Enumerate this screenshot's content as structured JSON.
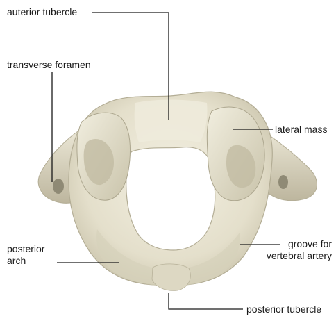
{
  "labels": {
    "anterior_tubercle": "auterior tubercle",
    "transverse_foramen": "transverse foramen",
    "lateral_mass": "lateral mass",
    "posterior_arch_line1": "posterior",
    "posterior_arch_line2": "arch",
    "groove_line1": "groove for",
    "groove_line2": "vertebral artery",
    "posterior_tubercle": "posterior tubercle"
  },
  "colors": {
    "bone_base": "#e8e4d2",
    "bone_shadow": "#b9b39c",
    "bone_highlight": "#f6f3e6",
    "leader_line": "#1a1a1a",
    "label_text": "#1a1a1a"
  }
}
